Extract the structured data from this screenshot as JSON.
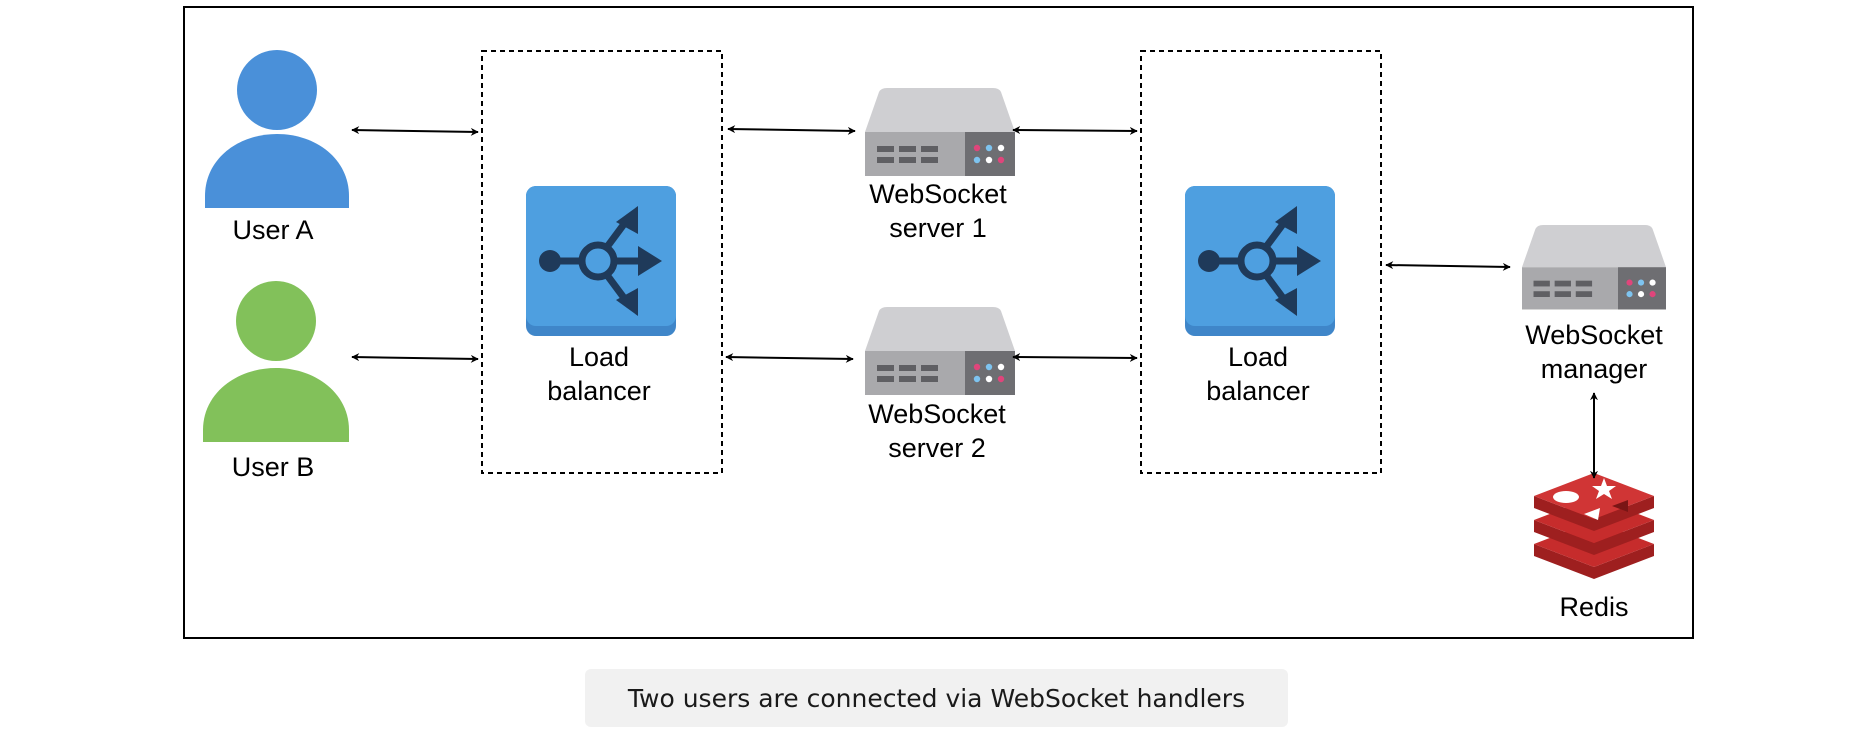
{
  "diagram": {
    "nodes": {
      "user_a": {
        "label": "User A",
        "color": "#4a90d9"
      },
      "user_b": {
        "label": "User B",
        "color": "#82c15a"
      },
      "load_balancer_1": {
        "label_line1": "Load",
        "label_line2": "balancer",
        "icon": "load-balancer-icon",
        "color": "#4e9fe0"
      },
      "ws_server_1": {
        "label_line1": "WebSocket",
        "label_line2": "server 1",
        "icon": "server-icon"
      },
      "ws_server_2": {
        "label_line1": "WebSocket",
        "label_line2": "server 2",
        "icon": "server-icon"
      },
      "load_balancer_2": {
        "label_line1": "Load",
        "label_line2": "balancer",
        "icon": "load-balancer-icon",
        "color": "#4e9fe0"
      },
      "ws_manager": {
        "label_line1": "WebSocket",
        "label_line2": "manager",
        "icon": "server-icon"
      },
      "redis": {
        "label": "Redis",
        "icon": "redis-icon",
        "color": "#c62c2c"
      }
    },
    "edges": [
      {
        "from": "user_a",
        "to": "load_balancer_1",
        "direction": "both"
      },
      {
        "from": "user_b",
        "to": "load_balancer_1",
        "direction": "both"
      },
      {
        "from": "load_balancer_1",
        "to": "ws_server_1",
        "direction": "both"
      },
      {
        "from": "load_balancer_1",
        "to": "ws_server_2",
        "direction": "both"
      },
      {
        "from": "ws_server_1",
        "to": "load_balancer_2",
        "direction": "both"
      },
      {
        "from": "ws_server_2",
        "to": "load_balancer_2",
        "direction": "both"
      },
      {
        "from": "load_balancer_2",
        "to": "ws_manager",
        "direction": "both"
      },
      {
        "from": "ws_manager",
        "to": "redis",
        "direction": "both"
      }
    ]
  },
  "caption": "Two users are connected via WebSocket handlers"
}
